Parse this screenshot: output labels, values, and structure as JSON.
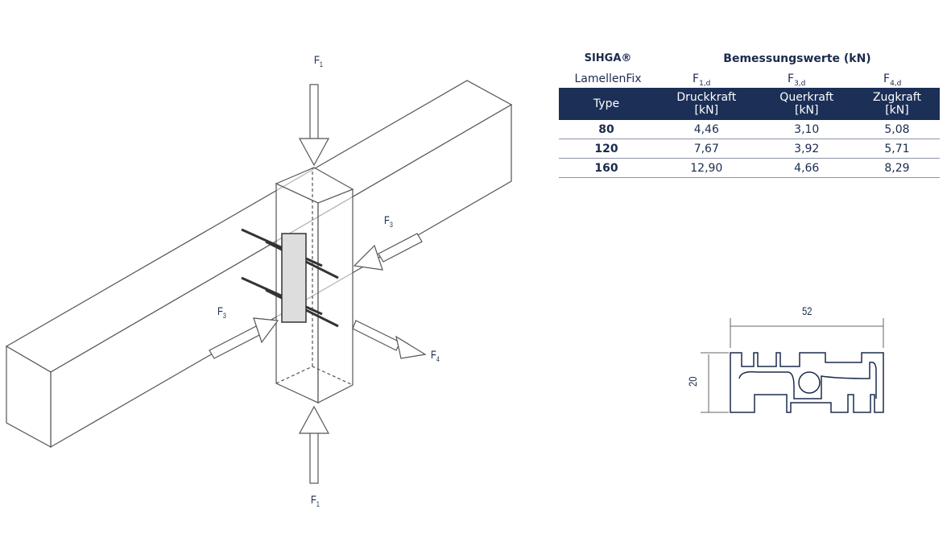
{
  "table": {
    "brand": "SIHGA®",
    "product": "LamellenFix",
    "group_header": "Bemessungswerte (kN)",
    "force_symbols": [
      {
        "base": "F",
        "sub": "1,d"
      },
      {
        "base": "F",
        "sub": "3,d"
      },
      {
        "base": "F",
        "sub": "4,d"
      }
    ],
    "columns": [
      "Type",
      "Druckkraft [kN]",
      "Querkraft [kN]",
      "Zugkraft [kN]"
    ],
    "column_lines": [
      [
        "Type",
        ""
      ],
      [
        "Druckkraft",
        "[kN]"
      ],
      [
        "Querkraft",
        "[kN]"
      ],
      [
        "Zugkraft",
        "[kN]"
      ]
    ],
    "rows": [
      [
        "80",
        "4,46",
        "3,10",
        "5,08"
      ],
      [
        "120",
        "7,67",
        "3,92",
        "5,71"
      ],
      [
        "160",
        "12,90",
        "4,66",
        "8,29"
      ]
    ]
  },
  "diagram": {
    "labels": {
      "f1_top": {
        "base": "F",
        "sub": "1"
      },
      "f1_bottom": {
        "base": "F",
        "sub": "1"
      },
      "f3_right": {
        "base": "F",
        "sub": "3"
      },
      "f3_left": {
        "base": "F",
        "sub": "3"
      },
      "f4": {
        "base": "F",
        "sub": "4"
      }
    }
  },
  "profile": {
    "width_dim": "52",
    "height_dim": "20"
  },
  "colors": {
    "navy": "#1b2f57",
    "line": "#4a4a4a"
  }
}
